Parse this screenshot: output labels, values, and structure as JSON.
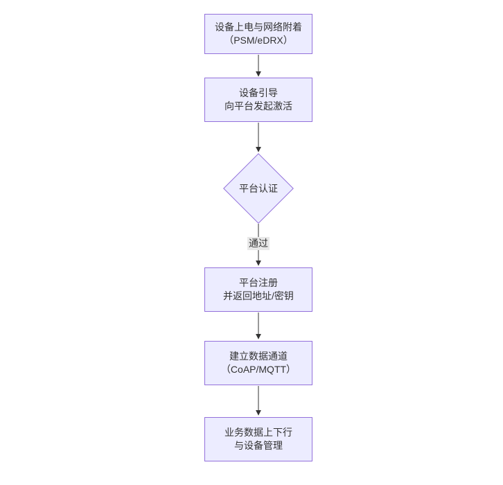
{
  "diagram": {
    "type": "flowchart",
    "direction": "top-down",
    "colors": {
      "node-fill": "#ECECFF",
      "node-border": "#9370DB",
      "line-color": "#333333",
      "text-color": "#333333",
      "edge-label-bg": "#e8e8e8"
    },
    "nodes": [
      {
        "id": "power-on",
        "shape": "rect",
        "line1": "设备上电与网络附着",
        "line2": "（PSM/eDRX）"
      },
      {
        "id": "bootstrap",
        "shape": "rect",
        "line1": "设备引导",
        "line2": "向平台发起激活"
      },
      {
        "id": "auth",
        "shape": "diamond",
        "label": "平台认证"
      },
      {
        "id": "register",
        "shape": "rect",
        "line1": "平台注册",
        "line2": "并返回地址/密钥"
      },
      {
        "id": "channel",
        "shape": "rect",
        "line1": "建立数据通道",
        "line2": "（CoAP/MQTT）"
      },
      {
        "id": "business",
        "shape": "rect",
        "line1": "业务数据上下行",
        "line2": "与设备管理"
      }
    ],
    "edges": [
      {
        "from": "power-on",
        "to": "bootstrap",
        "label": ""
      },
      {
        "from": "bootstrap",
        "to": "auth",
        "label": ""
      },
      {
        "from": "auth",
        "to": "register",
        "label": "通过"
      },
      {
        "from": "register",
        "to": "channel",
        "label": ""
      },
      {
        "from": "channel",
        "to": "business",
        "label": ""
      }
    ]
  }
}
